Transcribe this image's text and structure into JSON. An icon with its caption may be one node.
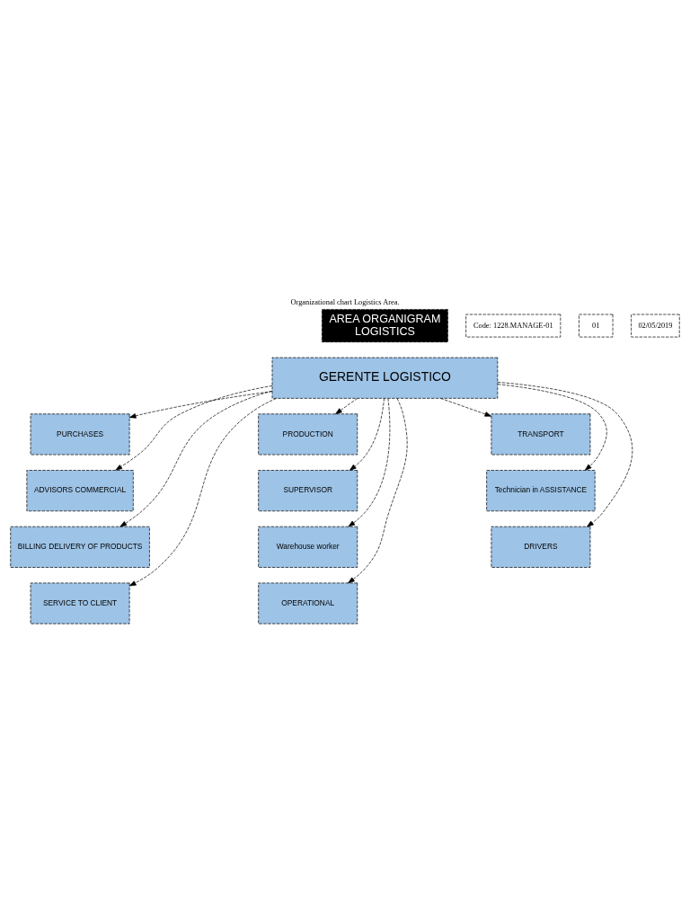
{
  "diagram": {
    "caption": "Organizational chart Logistics Area.",
    "nodes": [
      {
        "text": [
          "AREA ORGANIGRAM",
          "LOGISTICS"
        ]
      },
      {
        "text": [
          "Code: 1228.MANAGE-01"
        ]
      },
      {
        "text": [
          "01"
        ]
      },
      {
        "text": [
          "02/05/2019"
        ]
      },
      {
        "text": [
          "GERENTE LOGISTICO"
        ]
      },
      {
        "text": [
          "PURCHASES"
        ]
      },
      {
        "text": [
          "ADVISORS COMMERCIAL"
        ]
      },
      {
        "text": [
          "BILLING DELIVERY OF PRODUCTS"
        ]
      },
      {
        "text": [
          "SERVICE TO CLIENT"
        ]
      },
      {
        "text": [
          "PRODUCTION"
        ]
      },
      {
        "text": [
          "SUPERVISOR"
        ]
      },
      {
        "text": [
          "Warehouse worker"
        ]
      },
      {
        "text": [
          "OPERATIONAL"
        ]
      },
      {
        "text": [
          "TRANSPORT"
        ]
      },
      {
        "text": [
          "Technician in ASSISTANCE"
        ]
      },
      {
        "text": [
          "DRIVERS"
        ]
      }
    ],
    "edges": [
      {
        "from": 4,
        "to": 5,
        "arrow": "to",
        "style": "dashed"
      },
      {
        "from": 4,
        "to": 6,
        "arrow": "to",
        "style": "dashed"
      },
      {
        "from": 4,
        "to": 7,
        "arrow": "to",
        "style": "dashed"
      },
      {
        "from": 4,
        "to": 8,
        "arrow": "to",
        "style": "dashed"
      },
      {
        "from": 4,
        "to": 9,
        "arrow": "to",
        "style": "dashed"
      },
      {
        "from": 4,
        "to": 10,
        "arrow": "to",
        "style": "dashed"
      },
      {
        "from": 4,
        "to": 11,
        "arrow": "to",
        "style": "dashed"
      },
      {
        "from": 4,
        "to": 12,
        "arrow": "to",
        "style": "dashed"
      },
      {
        "from": 4,
        "to": 13,
        "arrow": "to",
        "style": "dashed"
      },
      {
        "from": 4,
        "to": 14,
        "arrow": "to",
        "style": "dashed"
      },
      {
        "from": 4,
        "to": 15,
        "arrow": "to",
        "style": "dashed"
      }
    ]
  }
}
